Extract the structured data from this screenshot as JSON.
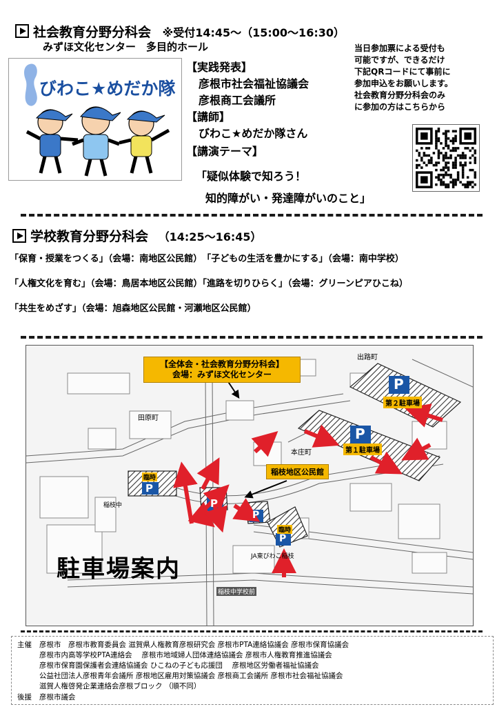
{
  "section1": {
    "heading": "社会教育分野分科会",
    "time": "※受付14:45～（15:00～16:30）",
    "venue": "みずほ文化センター　多目的ホール",
    "logo_text": "びわこ★めだか隊",
    "items": [
      "【実践発表】",
      "彦根市社会福祉協議会",
      "彦根商工会議所",
      "【講師】",
      "びわこ★めだか隊さん",
      "【講演テーマ】",
      "「疑似体験で知ろう！",
      "知的障がい・発達障がいのこと」"
    ],
    "note_lines": [
      "当日参加票による受付も",
      "可能ですが、できるだけ",
      "下記QRコードにて事前に",
      "参加申込をお願いします。",
      "社会教育分野分科会のみ",
      "に参加の方はこちらから"
    ]
  },
  "section2": {
    "heading": "学校教育分野分科会",
    "time": "（14:25～16:45）",
    "rows": [
      "「保育・授業をつくる」（会場：南地区公民館）　「子どもの生活を豊かにする」（会場：南中学校）",
      "「人権文化を育む」（会場：鳥居本地区公民館）「進路を切りひらく」（会場：グリーンピアひこね）",
      "「共生をめざす」（会場：旭森地区公民館・河瀬地区公民館）"
    ]
  },
  "map": {
    "main_label_line1": "【全体会・社会教育分野分科会】",
    "main_label_line2": "会場：みずほ文化センター",
    "sub_label": "稲枝地区公民館",
    "title": "駐車場案内",
    "place_names": [
      "出路町",
      "田原町",
      "本庄町",
      "稲枝中",
      "JA東びわこ稲枝",
      "稲枝中学校前"
    ],
    "lot1": "第１駐車場",
    "lot2": "第２駐車場",
    "temp": "臨時",
    "p": "P",
    "colors": {
      "label_bg": "#f5b800",
      "arrow": "#e0202a",
      "p_blue": "#1a56a6"
    }
  },
  "footer": {
    "organizer_label": "主催",
    "organizer_lines": [
      "彦根市　彦根市教育委員会  滋賀県人権教育彦根研究会  彦根市PTA連絡協議会  彦根市保育協議会",
      "彦根市内高等学校PTA連絡会　 彦根市地域婦人団体連絡協議会  彦根市人権教育推進協議会",
      "彦根市保育園保護者会連絡協議会  ひこねの子ども応援団　 彦根地区労働者福祉協議会",
      "公益社団法人彦根青年会議所  彦根地区雇用対策協議会  彦根商工会議所  彦根市社会福祉協議会",
      "滋賀人権啓発企業連絡会彦根ブロック （順不同）"
    ],
    "support_label": "後援",
    "support_text": "彦根市議会"
  }
}
